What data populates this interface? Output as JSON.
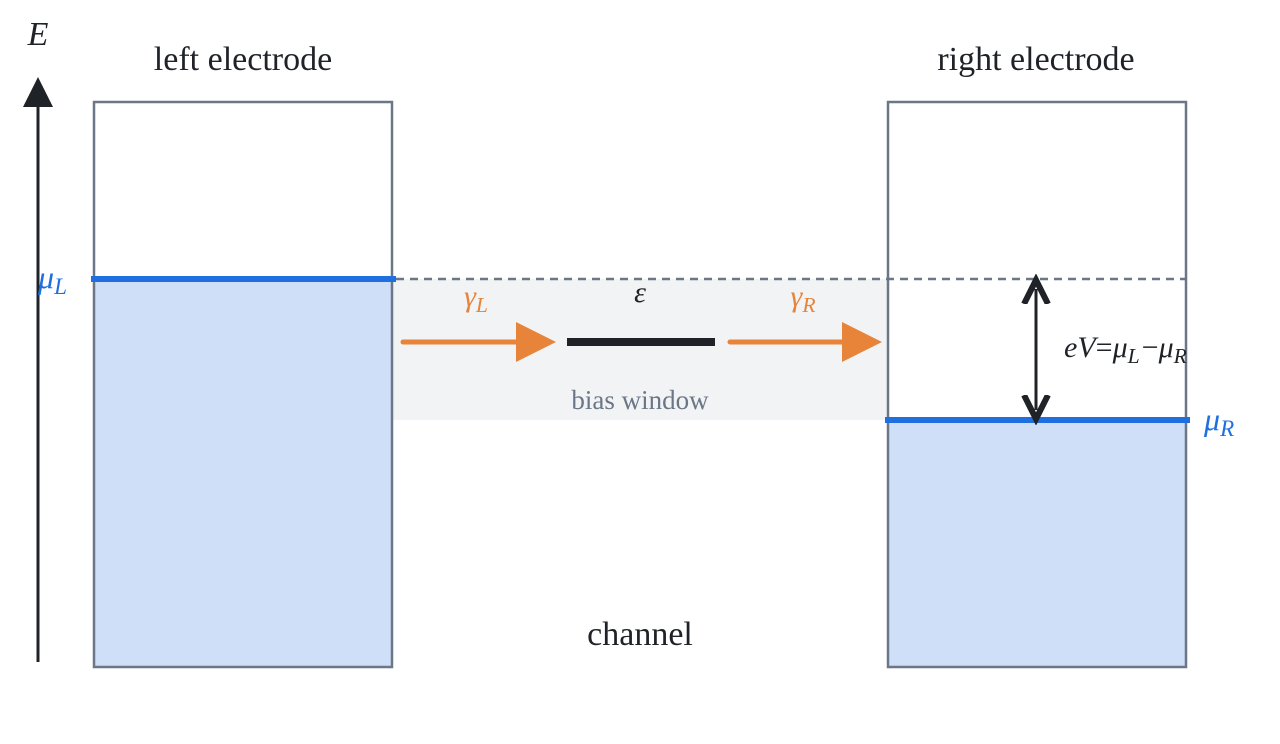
{
  "labels": {
    "energy_axis": "E",
    "left_electrode": "left electrode",
    "right_electrode": "right electrode",
    "channel": "channel",
    "bias_window": "bias window",
    "level": "ε",
    "mu_left": {
      "base": "μ",
      "sub": "L"
    },
    "mu_right": {
      "base": "μ",
      "sub": "R"
    },
    "gamma_left": {
      "base": "γ",
      "sub": "L"
    },
    "gamma_right": {
      "base": "γ",
      "sub": "R"
    },
    "bias_equation": {
      "lhs": "eV",
      "eq": "=",
      "mu1": "μ",
      "sub1": "L",
      "minus": "−",
      "mu2": "μ",
      "sub2": "R"
    }
  },
  "colors": {
    "fermi_line": "#1f6fe0",
    "electron_fill": "#cfdff8",
    "electrode_border": "#6b7787",
    "coupling_arrow": "#e8833a",
    "bias_window_fill": "#f2f3f4",
    "bias_window_text": "#6b7787",
    "dark": "#1f2328"
  }
}
